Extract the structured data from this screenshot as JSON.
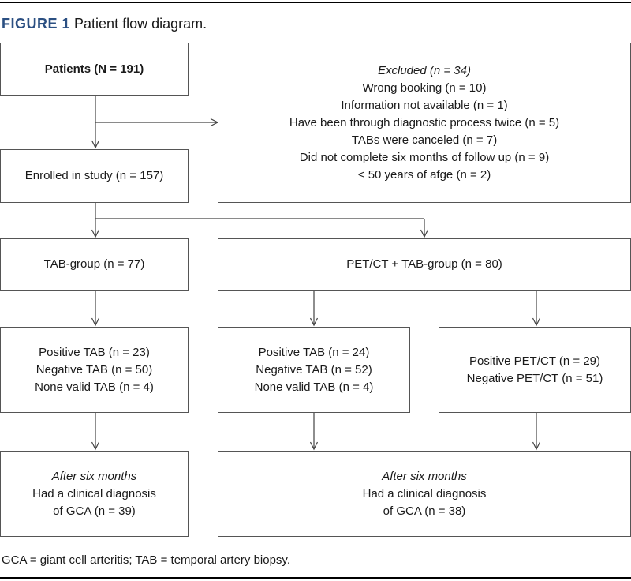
{
  "caption": {
    "label": "FIGURE 1",
    "title": "Patient flow diagram."
  },
  "boxes": {
    "patients": "Patients (N = 191)",
    "excluded": {
      "heading": "Excluded (n = 34)",
      "items": [
        "Wrong booking (n = 10)",
        "Information not available (n = 1)",
        "Have been through diagnostic process twice (n = 5)",
        "TABs were canceled (n = 7)",
        "Did not complete six months of follow up (n = 9)",
        "< 50 years of afge (n = 2)"
      ]
    },
    "enrolled": "Enrolled in study (n = 157)",
    "tab_group": "TAB-group (n = 77)",
    "pet_group": "PET/CT + TAB-group (n = 80)",
    "tab_results": [
      "Positive TAB (n = 23)",
      "Negative TAB (n = 50)",
      "None valid TAB (n = 4)"
    ],
    "pet_tab_results": [
      "Positive TAB (n = 24)",
      "Negative TAB (n = 52)",
      "None valid TAB (n = 4)"
    ],
    "pet_results": [
      "Positive PET/CT (n = 29)",
      "Negative PET/CT (n = 51)"
    ],
    "followup_tab": {
      "heading": "After six months",
      "lines": [
        "Had a clinical diagnosis",
        "of GCA (n = 39)"
      ]
    },
    "followup_pet": {
      "heading": "After six months",
      "lines": [
        "Had a clinical diagnosis",
        "of GCA (n = 38)"
      ]
    }
  },
  "footnote": "GCA = giant cell arteritis; TAB = temporal artery biopsy."
}
